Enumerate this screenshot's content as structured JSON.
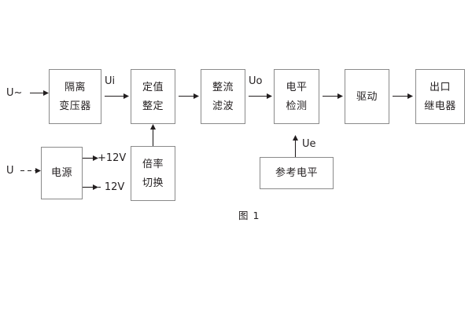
{
  "figure": {
    "caption": "图 1",
    "background": "#ffffff",
    "line_color": "#8a8a8a",
    "text_color": "#231f20"
  },
  "inputs": {
    "ac_source": "U~",
    "dc_source": "U"
  },
  "signal_labels": {
    "ui": "Ui",
    "uo": "Uo",
    "ue": "Ue"
  },
  "power_rails": {
    "positive": "+12V",
    "negative": "- 12V"
  },
  "blocks": [
    {
      "id": "isolation-transformer",
      "lines": [
        "隔离",
        "变压器"
      ]
    },
    {
      "id": "setpoint-adjust",
      "lines": [
        "定值",
        "整定"
      ]
    },
    {
      "id": "rectify-filter",
      "lines": [
        "整流",
        "滤波"
      ]
    },
    {
      "id": "level-detect",
      "lines": [
        "电平",
        "检测"
      ]
    },
    {
      "id": "drive",
      "lines": [
        "驱动"
      ]
    },
    {
      "id": "output-relay",
      "lines": [
        "出口",
        "继电器"
      ]
    },
    {
      "id": "power-supply",
      "lines": [
        "电源"
      ]
    },
    {
      "id": "multiplier-switch",
      "lines": [
        "倍率",
        "切换"
      ]
    },
    {
      "id": "reference-level",
      "lines": [
        "参考电平"
      ]
    }
  ]
}
